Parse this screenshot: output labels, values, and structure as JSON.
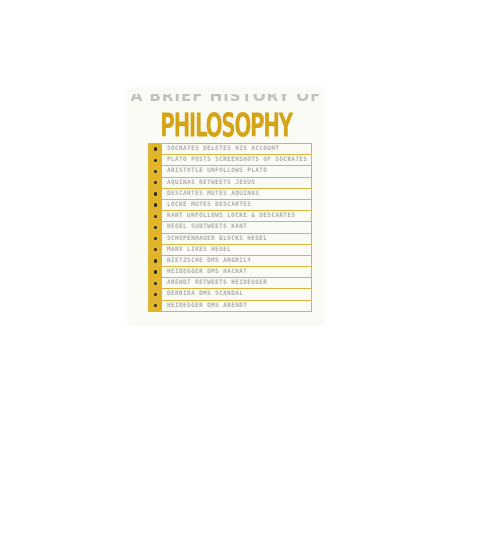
{
  "design": {
    "subtitle": "A BRIEF HISTORY OF",
    "title": "PHILOSOPHY",
    "rows": [
      "SOCRATES DELETES HIS ACCOUNT",
      "PLATO POSTS SCREENSHOTS OF SOCRATES",
      "ARISTOTLE UNFOLLOWS PLATO",
      "AQUINAS RETWEETS JESUS",
      "DESCARTES MUTES AQUINAS",
      "LOCKE MUTES DESCARTES",
      "KANT UNFOLLOWS LOCKE & DESCARTES",
      "HEGEL SUBTWEETS KANT",
      "SCHOPENHAUER BLOCKS HEGEL",
      "MARX LIKES HEGEL",
      "NIETZSCHE DMS ANGRILY",
      "HEIDEGGER DMS HACHAT",
      "ARENDT RETWEETS HEIDEGGER",
      "DERRIDA DMS SCANDAL",
      "HEIDEGGER DMS ARENDT"
    ]
  },
  "colors": {
    "gold": "#d4a418",
    "icon_cell": "#e2b526",
    "row_text": "#a9a9a9",
    "subtitle": "#c0c0c0"
  }
}
